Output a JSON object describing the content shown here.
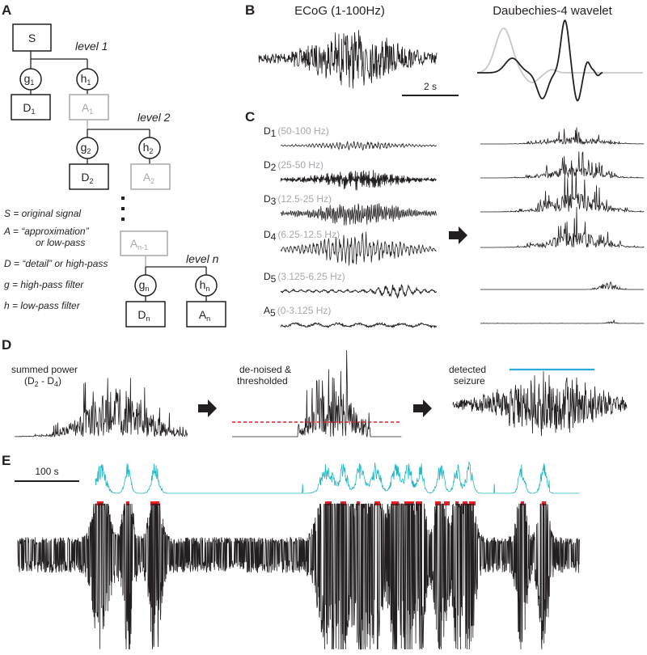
{
  "panels": {
    "a": "A",
    "b": "B",
    "c": "C",
    "d": "D",
    "e": "E"
  },
  "tree": {
    "root": "S",
    "level1": "level 1",
    "level2": "level 2",
    "leveln": "level n",
    "g1": "g",
    "g1_sub": "1",
    "h1": "h",
    "h1_sub": "1",
    "D1": "D",
    "D1_sub": "1",
    "A1": "A",
    "A1_sub": "1",
    "g2": "g",
    "g2_sub": "2",
    "h2": "h",
    "h2_sub": "2",
    "D2": "D",
    "D2_sub": "2",
    "A2": "A",
    "A2_sub": "2",
    "An1": "A",
    "An1_sub": "n-1",
    "gn": "g",
    "gn_sub": "n",
    "hn": "h",
    "hn_sub": "n",
    "Dn": "D",
    "Dn_sub": "n",
    "An": "A",
    "An_sub": "n",
    "dots": ":"
  },
  "legend": [
    "S = original signal",
    "A = “approximation”",
    "or low-pass",
    "D = “detail” or high-pass",
    "g = high-pass filter",
    "h = low-pass filter"
  ],
  "panel_b": {
    "ecog_title": "ECoG (1-100Hz)",
    "wavelet_title": "Daubechies-4 wavelet",
    "scale": "2 s"
  },
  "panel_c": {
    "bands": [
      {
        "name": "D",
        "sub": "1",
        "range": "(50-100 Hz)"
      },
      {
        "name": "D",
        "sub": "2",
        "range": "(25-50 Hz)"
      },
      {
        "name": "D",
        "sub": "3",
        "range": "(12.5-25 Hz)"
      },
      {
        "name": "D",
        "sub": "4",
        "range": "(6.25-12.5 Hz)"
      },
      {
        "name": "D",
        "sub": "5",
        "range": "(3.125-6.25 Hz)"
      },
      {
        "name": "A",
        "sub": "5",
        "range": "(0-3.125 Hz)"
      }
    ]
  },
  "panel_d": {
    "summed_line1": "summed power",
    "summed_line2": "(D",
    "summed_sub2": "2",
    "summed_mid": " - D",
    "summed_sub4": "4",
    "summed_end": ")",
    "denoised_line1": "de-noised &",
    "denoised_line2": "thresholded",
    "detected_line1": "detected",
    "detected_line2": "seizure"
  },
  "panel_e": {
    "scale": "100 s"
  },
  "colors": {
    "ink": "#231f20",
    "grey": "#a7a9ac",
    "cyan": "#1fb6c3",
    "red": "#ed1c24",
    "blue": "#29a9e0"
  }
}
